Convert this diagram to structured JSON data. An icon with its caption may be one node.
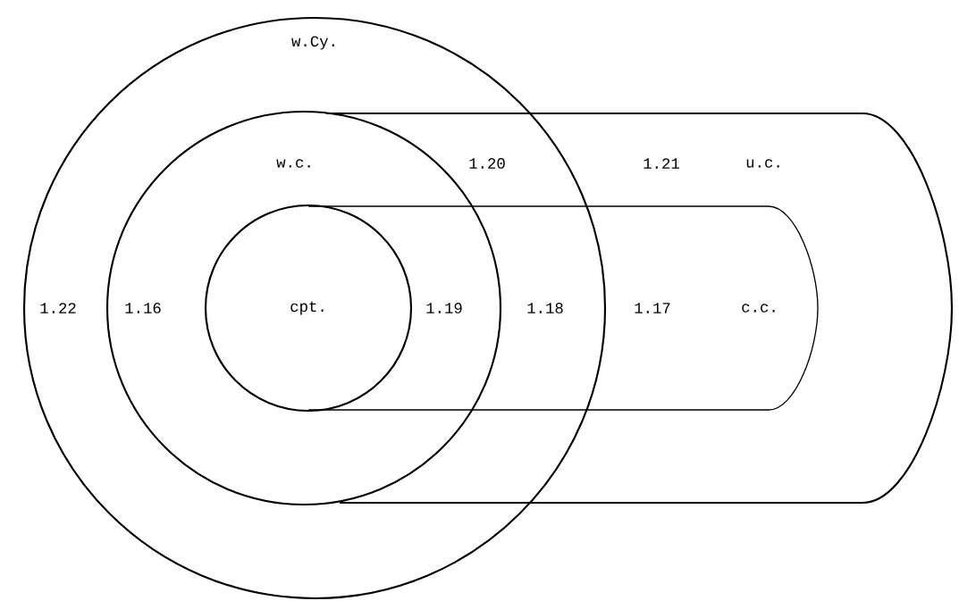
{
  "diagram": {
    "nodes": [
      {
        "text": [
          "w.Cy."
        ]
      },
      {
        "text": [
          "w.c."
        ],
        "in": 0
      },
      {
        "text": [
          "cpt."
        ],
        "in": 1
      },
      {
        "text": [
          "u.c."
        ]
      },
      {
        "text": [
          "c.c."
        ],
        "in": 3
      }
    ],
    "labels": [
      "1.20",
      "1.21",
      "1.22",
      "1.16",
      "1.19",
      "1.18",
      "1.17"
    ]
  }
}
